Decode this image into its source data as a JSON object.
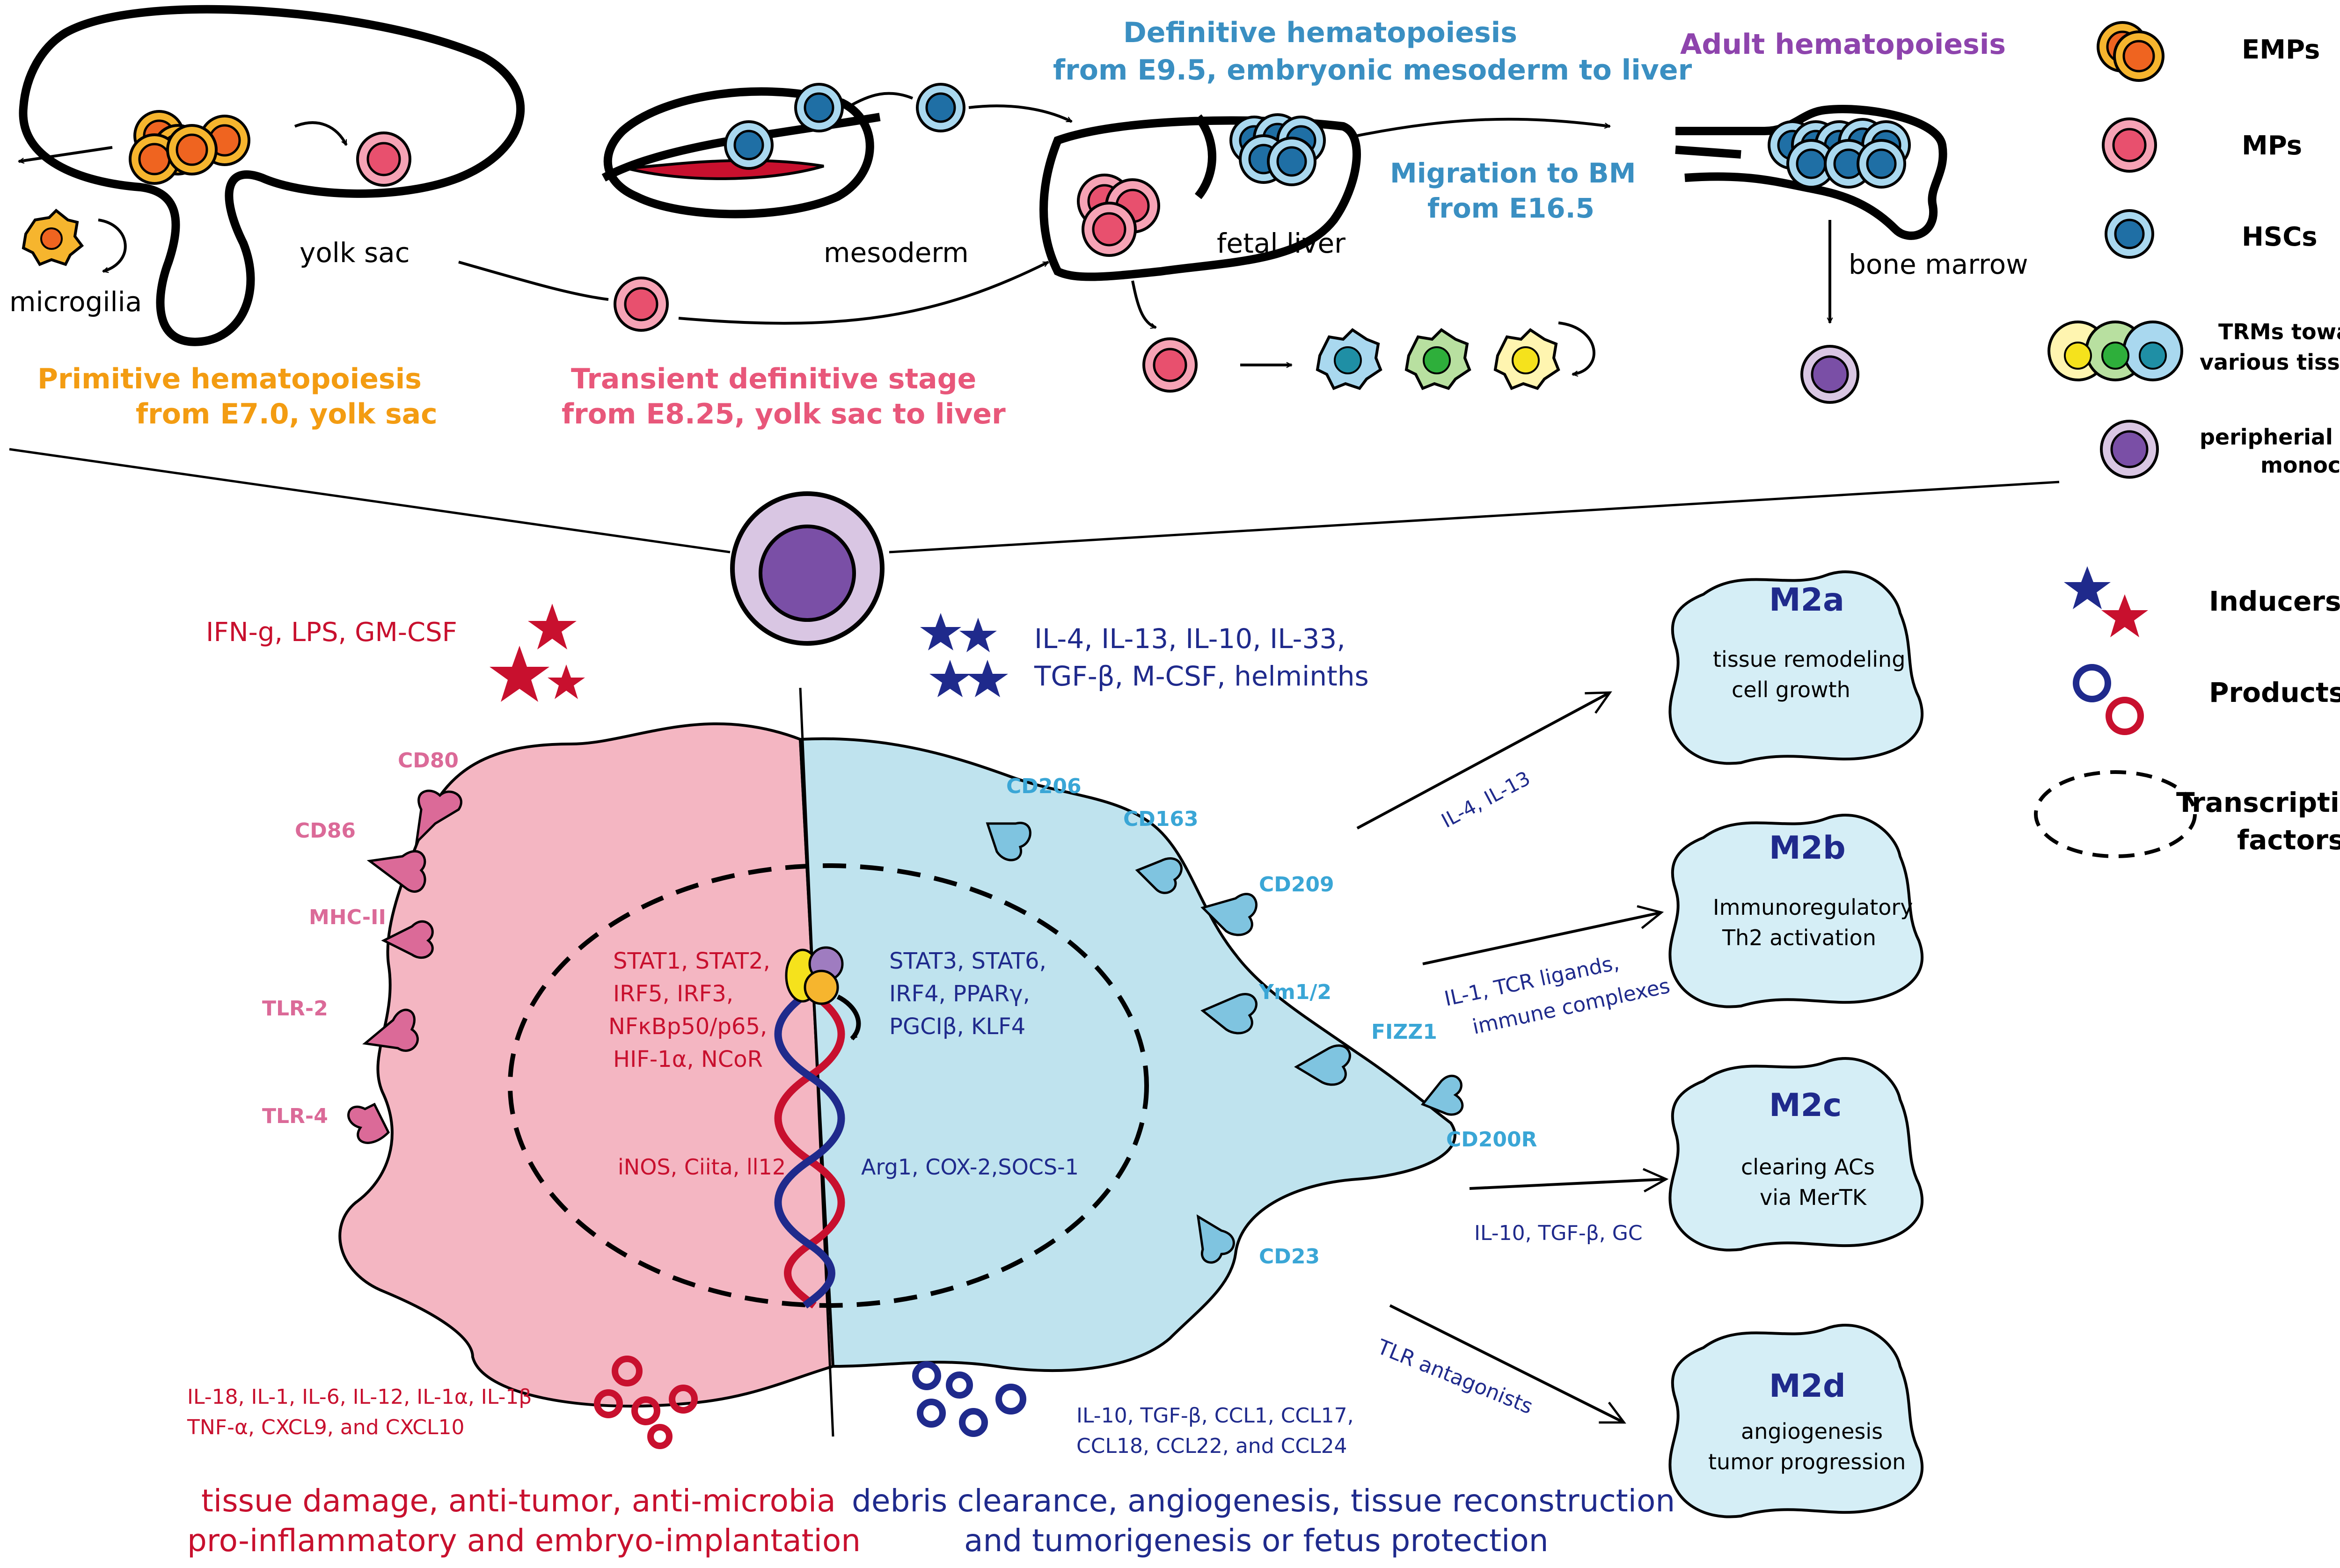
{
  "top": {
    "primitive": {
      "label_line1": "Primitive  hematopoiesis",
      "label_line2": "from E7.0, yolk sac",
      "yolk_sac": "yolk sac",
      "microglia": "microgilia"
    },
    "transient": {
      "label_line1": "Transient definitive stage",
      "label_line2": "from E8.25, yolk sac to liver",
      "mesoderm": "mesoderm"
    },
    "definitive": {
      "label_line1": "Definitive hematopoiesis",
      "label_line2": "from E9.5, embryonic mesoderm to liver",
      "fetal_liver": "fetal liver",
      "migration_line1": "Migration to BM",
      "migration_line2": "from E16.5"
    },
    "adult": {
      "label": "Adult hematopoiesis",
      "bone_marrow": "bone marrow"
    }
  },
  "legend_top": {
    "emps": "EMPs",
    "mps": "MPs",
    "hscs": "HSCs",
    "trms_line1": "TRMs towards",
    "trms_line2": "various tissues",
    "monocytes_line1": "peripherial blood",
    "monocytes_line2": "monocytes"
  },
  "legend_bottom": {
    "inducers": "Inducers",
    "products": "Products",
    "tf_line1": "Transcriptional",
    "tf_line2": "factors"
  },
  "m1": {
    "inducers": "IFN-g, LPS, GM-CSF",
    "receptors": [
      "CD80",
      "CD86",
      "MHC-II",
      "TLR-2",
      "TLR-4"
    ],
    "tf_lines": [
      "STAT1, STAT2,",
      "IRF5, IRF3,",
      "NFκBp50/p65,",
      "HIF-1α, NCoR"
    ],
    "genes": "iNOS, Ciita, ll12",
    "products_line1": "IL-18, IL-1, IL-6, IL-12, IL-1α, IL-1β",
    "products_line2": "TNF-α, CXCL9, and CXCL10",
    "function_line1": "tissue damage, anti-tumor, anti-microbia",
    "function_line2": "pro-inflammatory and embryo-implantation"
  },
  "m2": {
    "inducers_line1": "IL-4, IL-13, IL-10, IL-33,",
    "inducers_line2": "TGF-β, M-CSF, helminths",
    "receptors": [
      "CD206",
      "CD163",
      "CD209",
      "Ym1/2",
      "FIZZ1",
      "CD200R",
      "CD23"
    ],
    "tf_lines": [
      "STAT3, STAT6,",
      "IRF4, PPARγ,",
      "PGCIβ, KLF4"
    ],
    "genes": "Arg1, COX-2,SOCS-1",
    "products_line1": "IL-10, TGF-β, CCL1, CCL17,",
    "products_line2": "CCL18, CCL22, and CCL24",
    "function_line1": "debris clearance, angiogenesis, tissue reconstruction",
    "function_line2": "and tumorigenesis or fetus protection"
  },
  "subtypes": [
    {
      "name": "M2a",
      "line1": "tissue remodeling",
      "line2": "cell growth",
      "stimulus_line1": "IL-4, IL-13",
      "stimulus_line2": ""
    },
    {
      "name": "M2b",
      "line1": "Immunoregulatory",
      "line2": "Th2 activation",
      "stimulus_line1": "IL-1, TCR ligands,",
      "stimulus_line2": "immune complexes"
    },
    {
      "name": "M2c",
      "line1": "clearing ACs",
      "line2": "via MerTK",
      "stimulus_line1": "IL-10, TGF-β, GC",
      "stimulus_line2": ""
    },
    {
      "name": "M2d",
      "line1": "angiogenesis",
      "line2": "tumor progression",
      "stimulus_line1": "TLR antagonists",
      "stimulus_line2": ""
    }
  ],
  "colors": {
    "orange": "#F39C12",
    "pink": "#E8577A",
    "blue_label": "#3A8FC2",
    "purple": "#8E44AD",
    "m1_fill": "#F4B6C2",
    "m2_fill": "#BFE3EE",
    "m1_text": "#C8102E",
    "m2_text": "#1F2A8C",
    "receptor_pink": "#DB6A98",
    "receptor_blue": "#7FC4E0"
  }
}
